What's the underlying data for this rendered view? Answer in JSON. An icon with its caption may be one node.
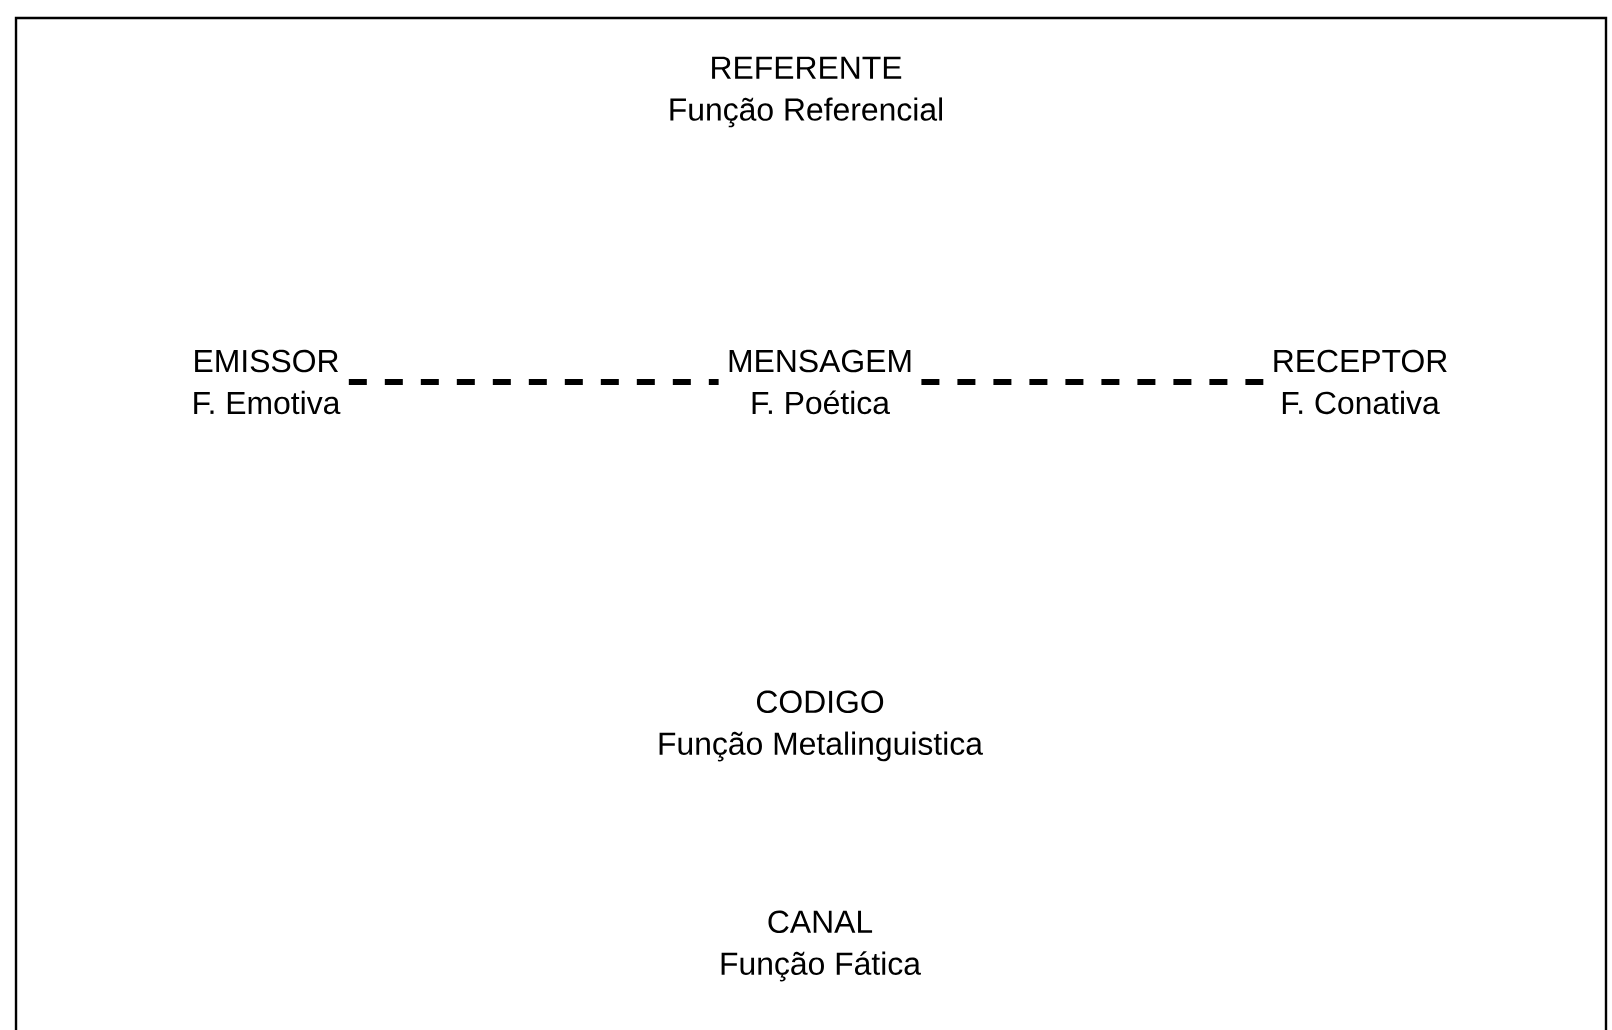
{
  "diagram": {
    "nodes": [
      {
        "text": [
          "REFERENTE",
          "Função Referencial"
        ]
      },
      {
        "text": [
          "EMISSOR",
          "F. Emotiva"
        ]
      },
      {
        "text": [
          "MENSAGEM",
          "F. Poética"
        ]
      },
      {
        "text": [
          "RECEPTOR",
          "F. Conativa"
        ]
      },
      {
        "text": [
          "CODIGO",
          "Função Metalinguistica"
        ]
      },
      {
        "text": [
          "CANAL",
          "Função Fática"
        ]
      }
    ],
    "edges": [
      {
        "from": 1,
        "to": 2,
        "arrow": "none",
        "style": "dashed"
      },
      {
        "from": 2,
        "to": 3,
        "arrow": "none",
        "style": "dashed"
      }
    ]
  }
}
